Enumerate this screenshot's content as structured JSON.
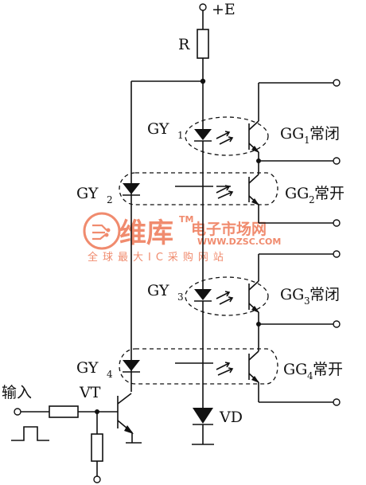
{
  "labels": {
    "supply": "+E",
    "resistor": "R",
    "gy1": "GY",
    "gy1_sub": "1",
    "gy2": "GY",
    "gy2_sub": "2",
    "gy3": "GY",
    "gy3_sub": "3",
    "gy4": "GY",
    "gy4_sub": "4",
    "gg1": "GG",
    "gg1_sub": "1",
    "gg1_type": "常闭",
    "gg2": "GG",
    "gg2_sub": "2",
    "gg2_type": "常开",
    "gg3": "GG",
    "gg3_sub": "3",
    "gg3_type": "常闭",
    "gg4": "GG",
    "gg4_sub": "4",
    "gg4_type": "常开",
    "input": "输入",
    "transistor": "VT",
    "diode": "VD"
  },
  "watermark": {
    "brand": "维库",
    "cn_name": "电子市场网",
    "url": "WWW.DZSC.COM",
    "slogan": "全球最大IC采购网站",
    "trademark": "TM"
  },
  "colors": {
    "line": "#111111",
    "watermark": "#f08b6e"
  }
}
